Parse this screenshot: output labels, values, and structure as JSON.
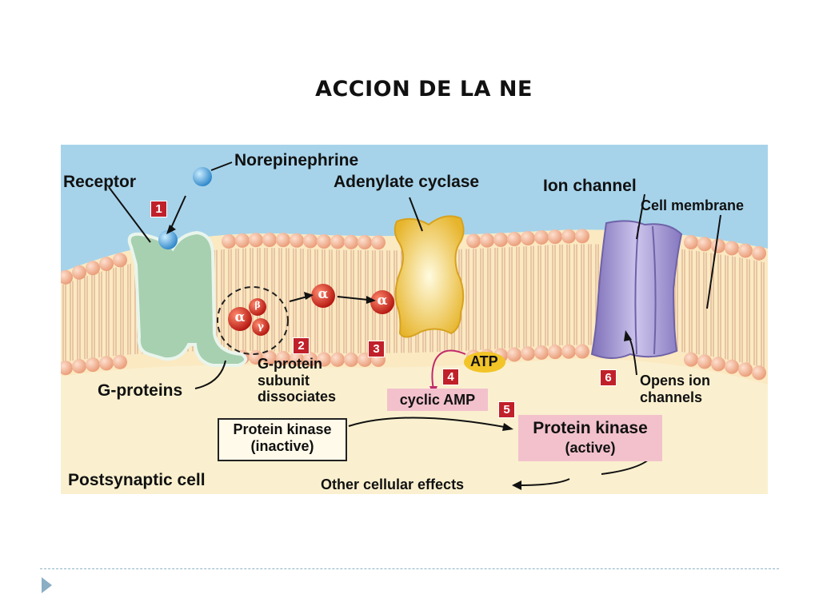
{
  "slide": {
    "title": "ACCION DE LA NE"
  },
  "diagram": {
    "labels": {
      "norepinephrine": "Norepinephrine",
      "receptor": "Receptor",
      "adenylate_cyclase": "Adenylate cyclase",
      "ion_channel": "Ion channel",
      "cell_membrane": "Cell membrane",
      "g_proteins": "G-proteins",
      "g_protein_subunit": "G-protein subunit dissociates",
      "atp": "ATP",
      "cyclic_amp": "cyclic AMP",
      "protein_kinase_inactive_line1": "Protein kinase",
      "protein_kinase_inactive_line2": "(inactive)",
      "protein_kinase_active_line1": "Protein kinase",
      "protein_kinase_active_line2": "(active)",
      "opens_ion_channels": "Opens ion channels",
      "other_cellular_effects": "Other cellular effects",
      "postsynaptic_cell": "Postsynaptic cell"
    },
    "steps": [
      "1",
      "2",
      "3",
      "4",
      "5",
      "6"
    ],
    "subunits": {
      "alpha": "α",
      "beta": "β",
      "gamma": "γ"
    },
    "colors": {
      "extracellular": "#9fd0ea",
      "cytoplasm": "#faf0cf",
      "phospholipid_head": "#f3b08e",
      "receptor": "#a7d0b0",
      "adenylate_cyclase": "#f0c43a",
      "ion_channel": "#a89bd0",
      "g_protein": "#d12a1f",
      "neurotransmitter": "#3b94d4",
      "step_badge": "#c0202a",
      "highlight_box": "#f2c1cc"
    }
  }
}
